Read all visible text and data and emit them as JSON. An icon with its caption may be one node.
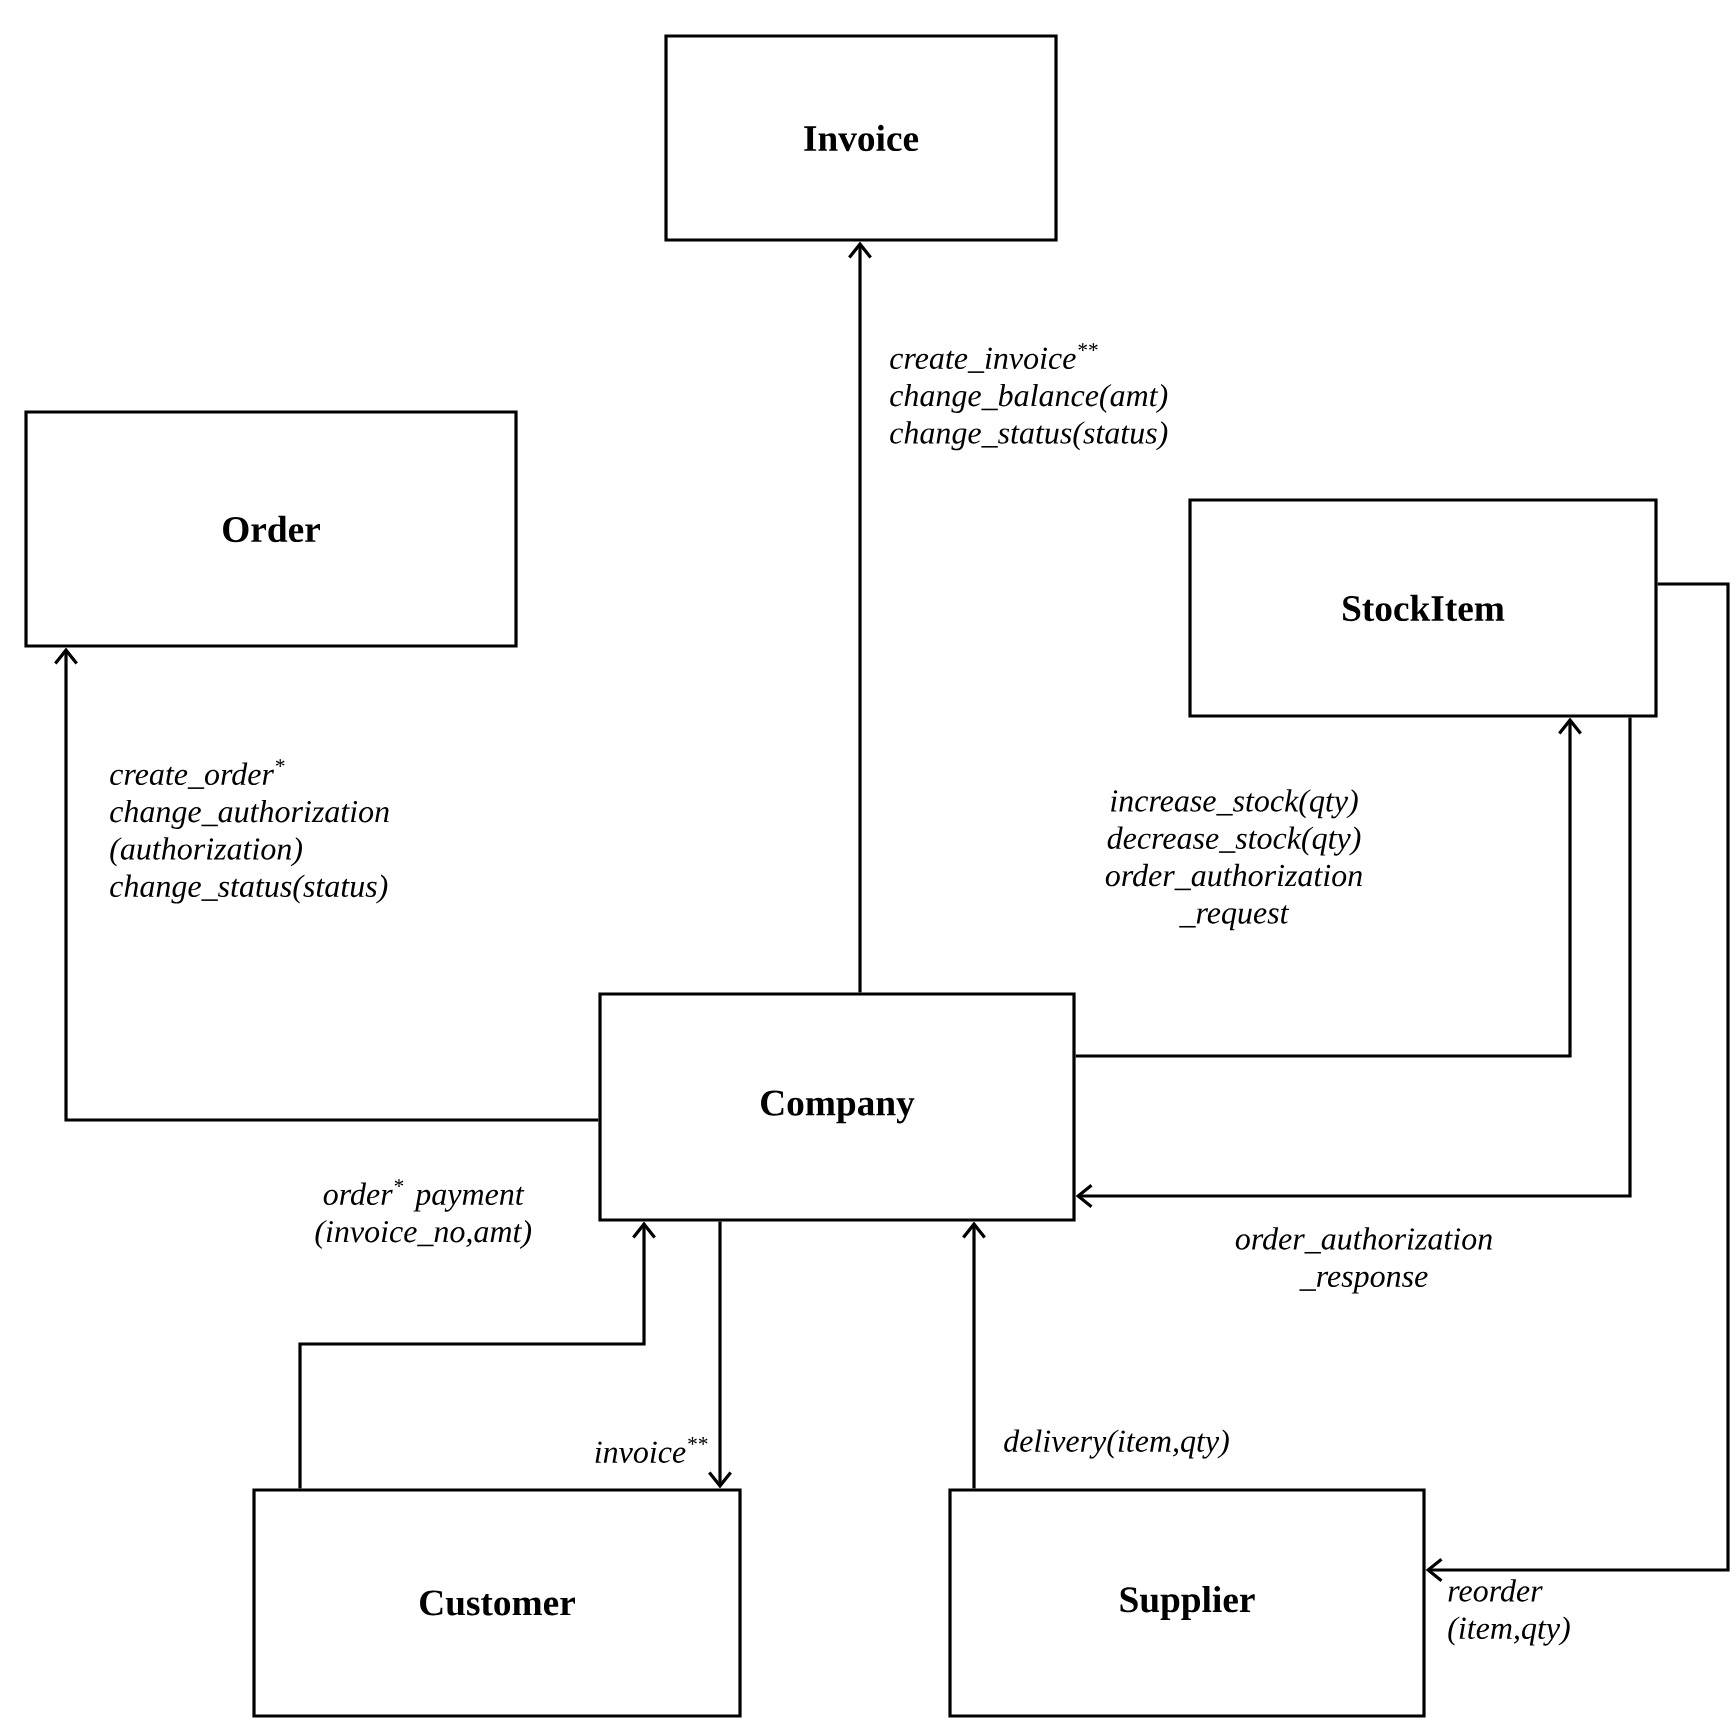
{
  "diagram": {
    "nodes": [
      {
        "text": [
          "Invoice"
        ]
      },
      {
        "text": [
          "Order"
        ]
      },
      {
        "text": [
          "StockItem"
        ]
      },
      {
        "text": [
          "Company"
        ]
      },
      {
        "text": [
          "Customer"
        ]
      },
      {
        "text": [
          "Supplier"
        ]
      }
    ],
    "edges": [
      {
        "from": 3,
        "to": 0,
        "arrow": "to",
        "label": "create_invoice$^{**}$ change_balance(amt) change_status(status)"
      },
      {
        "from": 3,
        "to": 1,
        "arrow": "to",
        "label": "create_order$^{*}$ change_authorization (authorization) change_status(status)"
      },
      {
        "from": 3,
        "to": 2,
        "arrow": "to",
        "label": "increase_stock(qty) decrease_stock(qty) order_authorization _request"
      },
      {
        "from": 2,
        "to": 3,
        "arrow": "to",
        "label": "order_authorization _response"
      },
      {
        "from": 4,
        "to": 3,
        "arrow": "to",
        "label": "order$^{*}$ payment (invoice_no,amt)"
      },
      {
        "from": 3,
        "to": 4,
        "arrow": "to",
        "label": "invoice$^{**}$"
      },
      {
        "from": 5,
        "to": 3,
        "arrow": "to",
        "label": "delivery(item,qty)"
      },
      {
        "from": 2,
        "to": 5,
        "arrow": "to",
        "label": "reorder (item,qty)"
      }
    ]
  }
}
